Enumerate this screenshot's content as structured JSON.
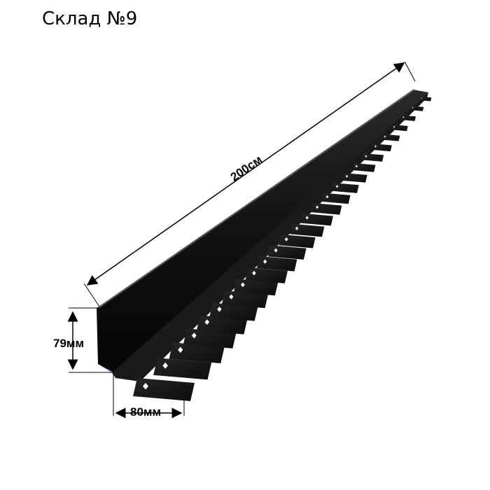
{
  "title": "Склад №9",
  "dimensions": {
    "length": "200см",
    "height": "79мм",
    "width": "80мм"
  },
  "colors": {
    "metal": "#151515",
    "metal_highlight": "#4a4a4a",
    "background": "#ffffff",
    "blue_tint": "#8a9bc8"
  }
}
